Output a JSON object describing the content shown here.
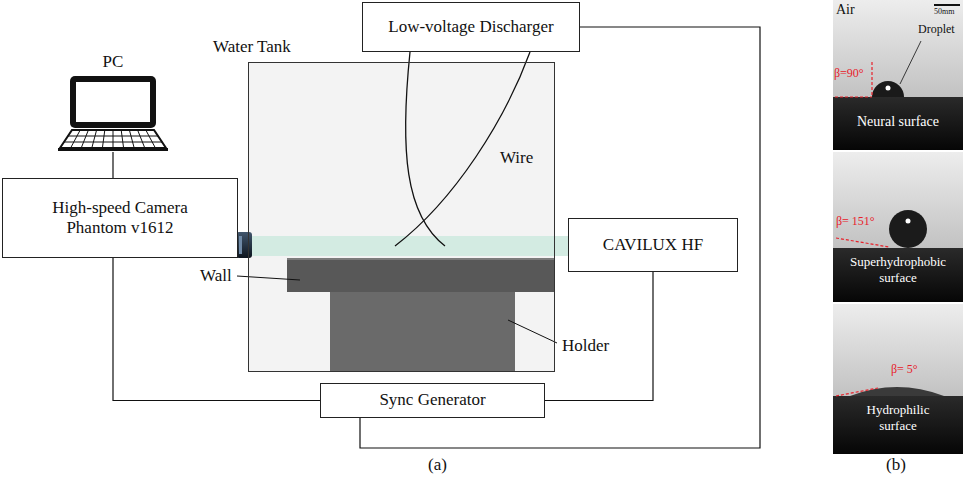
{
  "diagram": {
    "nodes": [
      {
        "text": [
          "Low-voltage Discharger"
        ]
      },
      {
        "text": [
          "PC"
        ]
      },
      {
        "text": [
          "Water Tank"
        ]
      },
      {
        "text": [
          "High-speed Camera Phantom v1612"
        ]
      },
      {
        "text": [
          "CAVILUX HF"
        ]
      },
      {
        "text": [
          "Sync Generator"
        ]
      },
      {
        "text": [
          "Air",
          "50mm",
          "Droplet",
          "β=90°",
          "Neural surface"
        ]
      },
      {
        "text": [
          "β= 151°",
          "Superhydrophobic surface"
        ]
      },
      {
        "text": [
          "β= 5°",
          "Hydrophilic surface"
        ]
      }
    ],
    "edges": [
      {
        "from": 1,
        "to": 3,
        "arrow": "none"
      },
      {
        "from": 3,
        "to": 5,
        "arrow": "none"
      },
      {
        "from": 4,
        "to": 5,
        "arrow": "none"
      },
      {
        "from": 0,
        "to": 5,
        "arrow": "none"
      }
    ],
    "labels": [
      "Wire",
      "Wall",
      "Holder",
      "(a)",
      "(b)"
    ]
  }
}
